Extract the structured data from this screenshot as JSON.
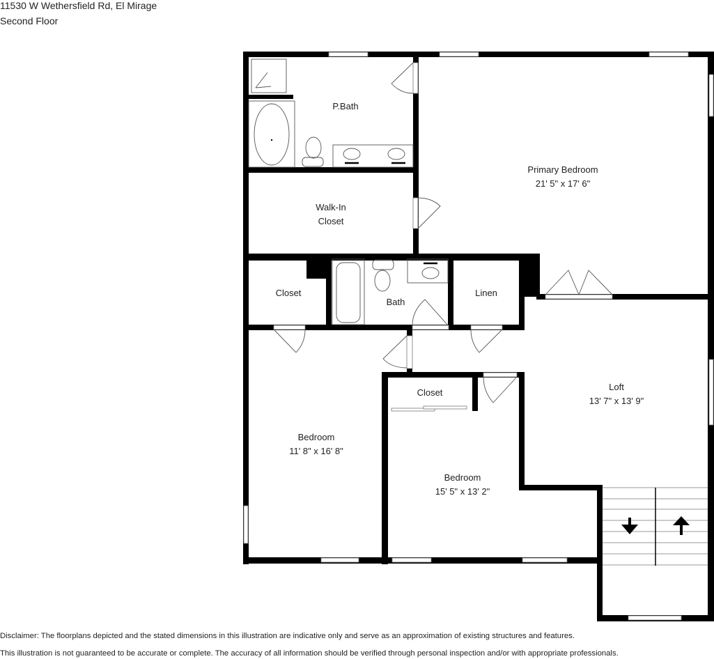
{
  "header": {
    "address": "11530 W Wethersfield Rd, El Mirage",
    "floor": "Second Floor"
  },
  "rooms": {
    "pbath": {
      "name": "P.Bath"
    },
    "primary_bedroom": {
      "name": "Primary Bedroom",
      "dims": "21' 5\" x 17' 6\""
    },
    "walkin_closet": {
      "name_line1": "Walk-In",
      "name_line2": "Closet"
    },
    "closet_left": {
      "name": "Closet"
    },
    "bath": {
      "name": "Bath"
    },
    "linen": {
      "name": "Linen"
    },
    "closet_small": {
      "name": "Closet"
    },
    "loft": {
      "name": "Loft",
      "dims": "13' 7\" x 13' 9\""
    },
    "bedroom_left": {
      "name": "Bedroom",
      "dims": "11' 8\" x 16' 8\""
    },
    "bedroom_mid": {
      "name": "Bedroom",
      "dims": "15' 5\" x 13' 2\""
    }
  },
  "stairs": {
    "down_icon": "arrow-down-icon",
    "up_icon": "arrow-up-icon"
  },
  "disclaimer": {
    "line1": "Disclaimer: The floorplans depicted and the stated dimensions in this illustration are indicative only and serve as an approximation of existing structures and features.",
    "line2": "This illustration is not guaranteed to be accurate or complete. The accuracy of all information should be verified through personal inspection and/or with appropriate professionals."
  },
  "colors": {
    "wall": "#000000",
    "background": "#ffffff",
    "text": "#222222"
  }
}
